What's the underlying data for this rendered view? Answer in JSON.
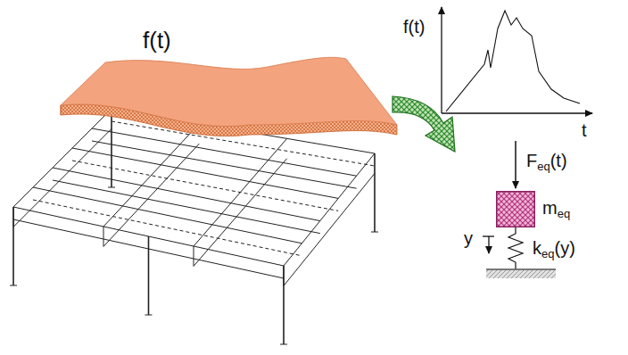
{
  "diagram": {
    "nodes": [
      {
        "text": [
          "meq"
        ]
      }
    ],
    "labels": [
      "f(t)",
      "f(t)",
      "t",
      "Feq(t)",
      "y",
      "keq(y)"
    ]
  }
}
